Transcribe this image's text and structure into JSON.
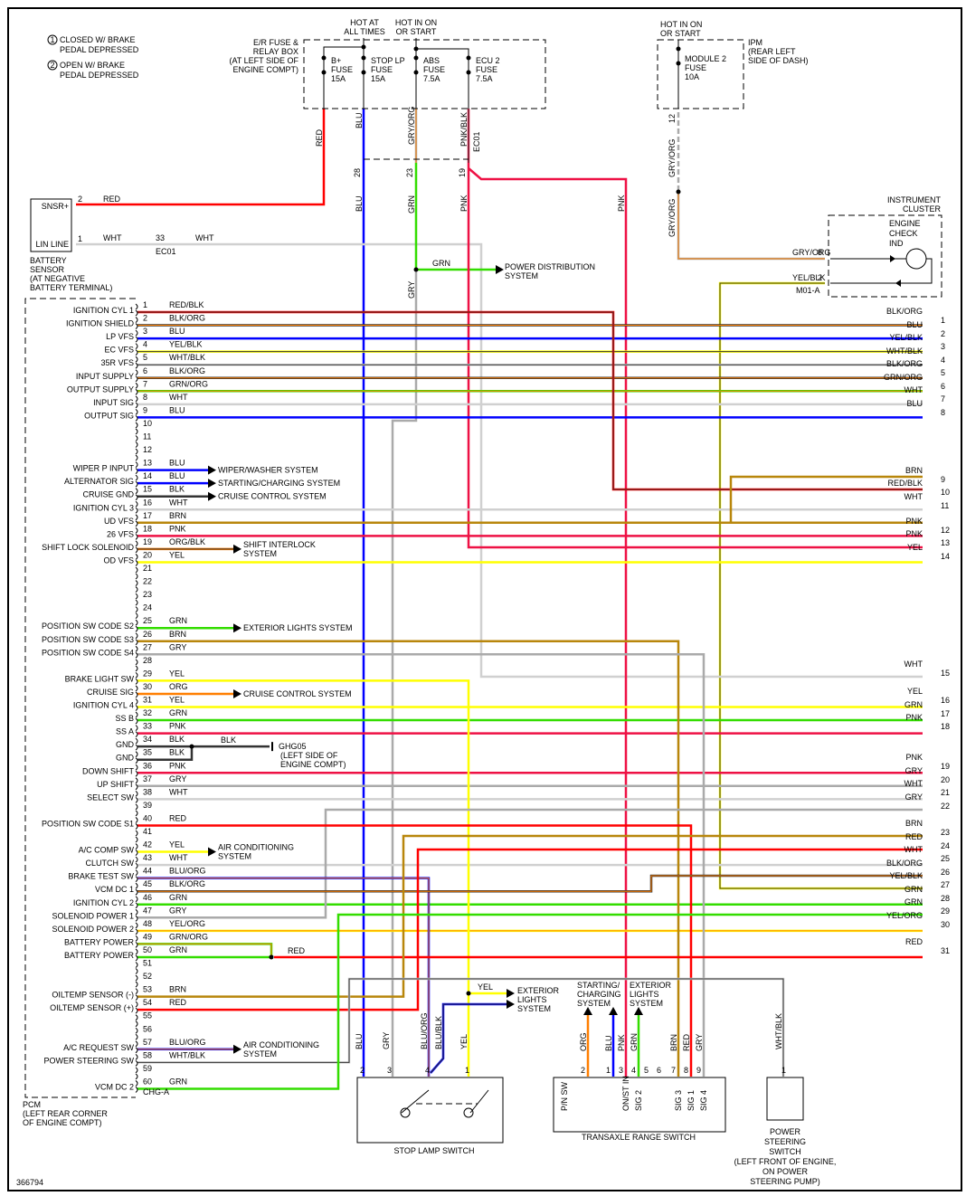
{
  "doc": {
    "figure_id": "366794",
    "legend": [
      {
        "num": "1",
        "line1": "CLOSED W/ BRAKE",
        "line2": "PEDAL DEPRESSED"
      },
      {
        "num": "2",
        "line1": "OPEN W/ BRAKE",
        "line2": "PEDAL DEPRESSED"
      }
    ]
  },
  "colors": {
    "RED": "#ff0000",
    "BLU": "#0000ff",
    "GRN": "#33dd00",
    "YEL": "#ffff00",
    "WHT": "#d0d0d0",
    "GRY": "#aaaaaa",
    "BRN": "#b8860b",
    "PNK": "#ee1144",
    "ORG": "#ff7f00",
    "BLK": "#333333"
  },
  "fuse_box": {
    "title": [
      "E/R FUSE &",
      "RELAY BOX",
      "(AT LEFT SIDE OF",
      "ENGINE COMPT)"
    ],
    "hot_all": [
      "HOT AT",
      "ALL TIMES"
    ],
    "hot_on": [
      "HOT IN ON",
      "OR START"
    ],
    "fuses": [
      {
        "name": "B+",
        "label": "FUSE",
        "amps": "15A",
        "wire": "RED"
      },
      {
        "name": "STOP LP",
        "label": "FUSE",
        "amps": "15A",
        "wire": "BLU"
      },
      {
        "name": "ABS",
        "label": "FUSE",
        "amps": "7.5A",
        "wire": "GRY/ORG"
      },
      {
        "name": "ECU 2",
        "label": "FUSE",
        "amps": "7.5A",
        "wire": "PNK/BLK"
      }
    ],
    "connector": "EC01",
    "pins": [
      "28",
      "23",
      "19"
    ],
    "below_wires": [
      "BLU",
      "GRN",
      "PNK"
    ]
  },
  "ipm": {
    "hot_on": [
      "HOT IN ON",
      "OR START"
    ],
    "title": [
      "IPM",
      "(REAR LEFT",
      "SIDE OF DASH)"
    ],
    "fuse": {
      "name": "MODULE 2",
      "label": "FUSE",
      "amps": "10A"
    },
    "pin": "12",
    "wire": "GRY/ORG",
    "wire2": "GRY/ORG"
  },
  "cluster": {
    "title": [
      "INSTRUMENT",
      "CLUSTER"
    ],
    "indicator": [
      "ENGINE",
      "CHECK",
      "IND"
    ],
    "pins": [
      {
        "pin": "8",
        "wire": "GRY/ORG"
      },
      {
        "pin": "2",
        "wire": "YEL/BLK"
      }
    ],
    "connector": "M01-A"
  },
  "battery_sensor": {
    "pins": [
      {
        "label": "SNSR+",
        "pin": "2",
        "wire": "RED"
      },
      {
        "label": "LIN LINE",
        "pin": "1",
        "wire": "WHT"
      }
    ],
    "inline": {
      "pin": "33",
      "connector": "EC01",
      "wire": "WHT"
    },
    "title": [
      "BATTERY",
      "SENSOR",
      "(AT NEGATIVE",
      "BATTERY TERMINAL)"
    ]
  },
  "power_dist": {
    "wire": "GRN",
    "label": [
      "POWER DISTRIBUTION",
      "SYSTEM"
    ],
    "wire_below": "GRY"
  },
  "pcm": {
    "title": [
      "PCM",
      "(LEFT REAR CORNER",
      "OF ENGINE COMPT)"
    ],
    "connector": "CHG-A",
    "pins": [
      {
        "pin": 1,
        "name": "IGNITION CYL 1",
        "wire": "RED/BLK"
      },
      {
        "pin": 2,
        "name": "IGNITION SHIELD",
        "wire": "BLK/ORG",
        "out": 1
      },
      {
        "pin": 3,
        "name": "LP VFS",
        "wire": "BLU",
        "out": 2
      },
      {
        "pin": 4,
        "name": "EC VFS",
        "wire": "YEL/BLK",
        "out": 3
      },
      {
        "pin": 5,
        "name": "35R VFS",
        "wire": "WHT/BLK",
        "out": 4
      },
      {
        "pin": 6,
        "name": "INPUT SUPPLY",
        "wire": "BLK/ORG",
        "out": 5
      },
      {
        "pin": 7,
        "name": "OUTPUT SUPPLY",
        "wire": "GRN/ORG",
        "out": 6
      },
      {
        "pin": 8,
        "name": "INPUT SIG",
        "wire": "WHT",
        "out": 7
      },
      {
        "pin": 9,
        "name": "OUTPUT SIG",
        "wire": "BLU",
        "out": 8
      },
      {
        "pin": 10,
        "name": "",
        "wire": ""
      },
      {
        "pin": 11,
        "name": "",
        "wire": ""
      },
      {
        "pin": 12,
        "name": "",
        "wire": ""
      },
      {
        "pin": 13,
        "name": "WIPER P INPUT",
        "wire": "BLU",
        "dest": "WIPER/WASHER SYSTEM"
      },
      {
        "pin": 14,
        "name": "ALTERNATOR SIG",
        "wire": "BLU",
        "dest": "STARTING/CHARGING SYSTEM"
      },
      {
        "pin": 15,
        "name": "CRUISE GND",
        "wire": "BLK",
        "dest": "CRUISE CONTROL SYSTEM"
      },
      {
        "pin": 16,
        "name": "IGNITION CYL 3",
        "wire": "WHT",
        "out": 11
      },
      {
        "pin": 17,
        "name": "UD VFS",
        "wire": "BRN",
        "out": 9
      },
      {
        "pin": 18,
        "name": "26 VFS",
        "wire": "PNK",
        "out": 12
      },
      {
        "pin": 19,
        "name": "SHIFT LOCK SOLENOID",
        "wire": "ORG/BLK",
        "dest": "SHIFT INTERLOCK SYSTEM"
      },
      {
        "pin": 20,
        "name": "OD VFS",
        "wire": "YEL",
        "out": 14
      },
      {
        "pin": 21,
        "name": "",
        "wire": ""
      },
      {
        "pin": 22,
        "name": "",
        "wire": ""
      },
      {
        "pin": 23,
        "name": "",
        "wire": ""
      },
      {
        "pin": 24,
        "name": "",
        "wire": ""
      },
      {
        "pin": 25,
        "name": "POSITION SW CODE S2",
        "wire": "GRN",
        "dest": "EXTERIOR LIGHTS SYSTEM"
      },
      {
        "pin": 26,
        "name": "POSITION SW CODE S3",
        "wire": "BRN"
      },
      {
        "pin": 27,
        "name": "POSITION SW CODE S4",
        "wire": "GRY"
      },
      {
        "pin": 28,
        "name": "",
        "wire": ""
      },
      {
        "pin": 29,
        "name": "BRAKE LIGHT SW",
        "wire": "YEL"
      },
      {
        "pin": 30,
        "name": "CRUISE SIG",
        "wire": "ORG",
        "dest": "CRUISE CONTROL SYSTEM"
      },
      {
        "pin": 31,
        "name": "IGNITION CYL 4",
        "wire": "YEL",
        "out": 16
      },
      {
        "pin": 32,
        "name": "SS B",
        "wire": "GRN",
        "out": 17
      },
      {
        "pin": 33,
        "name": "SS A",
        "wire": "PNK",
        "out": 18
      },
      {
        "pin": 34,
        "name": "GND",
        "wire": "BLK"
      },
      {
        "pin": 35,
        "name": "GND",
        "wire": "BLK"
      },
      {
        "pin": 36,
        "name": "DOWN SHIFT",
        "wire": "PNK",
        "out": 19
      },
      {
        "pin": 37,
        "name": "UP SHIFT",
        "wire": "GRY",
        "out": 20
      },
      {
        "pin": 38,
        "name": "SELECT SW",
        "wire": "WHT",
        "out": 21
      },
      {
        "pin": 39,
        "name": "",
        "wire": ""
      },
      {
        "pin": 40,
        "name": "POSITION SW CODE S1",
        "wire": "RED"
      },
      {
        "pin": 41,
        "name": "",
        "wire": ""
      },
      {
        "pin": 42,
        "name": "A/C COMP SW",
        "wire": "YEL",
        "dest": "AIR CONDITIONING SYSTEM"
      },
      {
        "pin": 43,
        "name": "CLUTCH SW",
        "wire": "WHT",
        "out": 25
      },
      {
        "pin": 44,
        "name": "BRAKE TEST SW",
        "wire": "BLU/ORG"
      },
      {
        "pin": 45,
        "name": "VCM DC 1",
        "wire": "BLK/ORG"
      },
      {
        "pin": 46,
        "name": "IGNITION CYL 2",
        "wire": "GRN",
        "out": 28
      },
      {
        "pin": 47,
        "name": "SOLENOID POWER 1",
        "wire": "GRY"
      },
      {
        "pin": 48,
        "name": "SOLENOID POWER 2",
        "wire": "YEL/ORG",
        "out": 30
      },
      {
        "pin": 49,
        "name": "BATTERY POWER",
        "wire": "GRN/ORG"
      },
      {
        "pin": 50,
        "name": "BATTERY POWER",
        "wire": "GRN"
      },
      {
        "pin": 51,
        "name": "",
        "wire": ""
      },
      {
        "pin": 52,
        "name": "",
        "wire": ""
      },
      {
        "pin": 53,
        "name": "OILTEMP SENSOR (-)",
        "wire": "BRN"
      },
      {
        "pin": 54,
        "name": "OILTEMP SENSOR (+)",
        "wire": "RED"
      },
      {
        "pin": 55,
        "name": "",
        "wire": ""
      },
      {
        "pin": 56,
        "name": "",
        "wire": ""
      },
      {
        "pin": 57,
        "name": "A/C REQUEST SW",
        "wire": "BLU/ORG",
        "dest": "AIR CONDITIONING SYSTEM"
      },
      {
        "pin": 58,
        "name": "POWER STEERING SW",
        "wire": "WHT/BLK"
      },
      {
        "pin": 59,
        "name": "",
        "wire": ""
      },
      {
        "pin": 60,
        "name": "VCM DC 2",
        "wire": "GRN"
      }
    ]
  },
  "ground": {
    "wire": "BLK",
    "name": "GHG05",
    "desc": [
      "(LEFT SIDE OF",
      "ENGINE COMPT)"
    ]
  },
  "battery_join": {
    "wire": "RED"
  },
  "right_outputs": [
    {
      "n": 1,
      "wire": "BLK/ORG"
    },
    {
      "n": 2,
      "wire": "BLU"
    },
    {
      "n": 3,
      "wire": "YEL/BLK"
    },
    {
      "n": 4,
      "wire": "WHT/BLK"
    },
    {
      "n": 5,
      "wire": "BLK/ORG"
    },
    {
      "n": 6,
      "wire": "GRN/ORG"
    },
    {
      "n": 7,
      "wire": "WHT"
    },
    {
      "n": 8,
      "wire": "BLU"
    },
    {
      "n": 9,
      "wire": "BRN"
    },
    {
      "n": 10,
      "wire": "RED/BLK"
    },
    {
      "n": 11,
      "wire": "WHT"
    },
    {
      "n": 12,
      "wire": "PNK"
    },
    {
      "n": 13,
      "wire": "PNK"
    },
    {
      "n": 14,
      "wire": "YEL"
    },
    {
      "n": 15,
      "wire": "WHT"
    },
    {
      "n": 16,
      "wire": "YEL"
    },
    {
      "n": 17,
      "wire": "GRN"
    },
    {
      "n": 18,
      "wire": "PNK"
    },
    {
      "n": 19,
      "wire": "PNK"
    },
    {
      "n": 20,
      "wire": "GRY"
    },
    {
      "n": 21,
      "wire": "WHT"
    },
    {
      "n": 22,
      "wire": "GRY"
    },
    {
      "n": 23,
      "wire": "BRN"
    },
    {
      "n": 24,
      "wire": "RED"
    },
    {
      "n": 25,
      "wire": "WHT"
    },
    {
      "n": 26,
      "wire": "BLK/ORG"
    },
    {
      "n": 27,
      "wire": "YEL/BLK"
    },
    {
      "n": 28,
      "wire": "GRN"
    },
    {
      "n": 29,
      "wire": "GRN"
    },
    {
      "n": 30,
      "wire": "YEL/ORG"
    },
    {
      "n": 31,
      "wire": "RED"
    }
  ],
  "stop_lamp": {
    "title": "STOP LAMP SWITCH",
    "pins": [
      {
        "pin": "2",
        "wire": "BLU"
      },
      {
        "pin": "3",
        "wire": "GRY"
      },
      {
        "pin": "4",
        "wire": "BLU/ORG",
        "wire2": "BLU/BLK"
      },
      {
        "pin": "1",
        "wire": "YEL"
      }
    ],
    "ext_wire": "YEL",
    "ext_dest": [
      "EXTERIOR",
      "LIGHTS",
      "SYSTEM"
    ]
  },
  "transaxle": {
    "title": "TRANSAXLE RANGE SWITCH",
    "pins": [
      "2",
      "1",
      "3",
      "4",
      "5",
      "6",
      "7",
      "8",
      "9"
    ],
    "pin_labels": [
      "P/N SW",
      "ON/ST IN",
      "SIG 2",
      "SIG 3",
      "SIG 1",
      "SIG 4"
    ],
    "wires": [
      "ORG",
      "BLU",
      "PNK",
      "GRN",
      "BRN",
      "RED",
      "GRY"
    ],
    "dest1": [
      "STARTING/",
      "CHARGING",
      "SYSTEM"
    ],
    "dest2": [
      "EXTERIOR",
      "LIGHTS",
      "SYSTEM"
    ]
  },
  "ps_switch": {
    "pin": "1",
    "wire": "WHT/BLK",
    "title": [
      "POWER",
      "STEERING",
      "SWITCH",
      "(LEFT FRONT OF ENGINE,",
      "ON POWER",
      "STEERING PUMP)"
    ]
  }
}
